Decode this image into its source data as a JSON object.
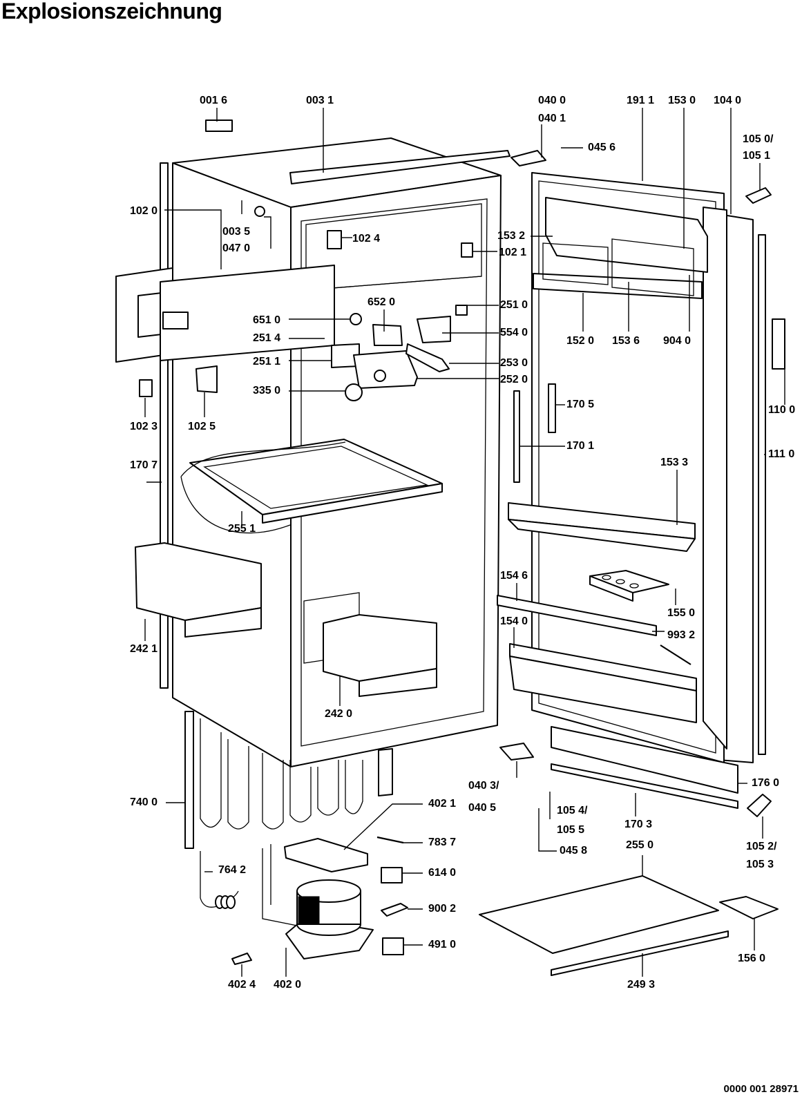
{
  "title": "Explosionszeichnung",
  "footer_code": "0000 001 28971",
  "labels": [
    "001 6",
    "003 1",
    "040 0",
    "040 1",
    "045 6",
    "191 1",
    "153 0",
    "104 0",
    "105 0/",
    "105 1",
    "102 0",
    "003 5",
    "047 0",
    "102 4",
    "153 2",
    "102 1",
    "251 0",
    "652 0",
    "651 0",
    "554 0",
    "251 4",
    "152 0",
    "153 6",
    "904 0",
    "251 1",
    "253 0",
    "252 0",
    "335 0",
    "110 0",
    "170 5",
    "102 3",
    "102 5",
    "170 1",
    "111 0",
    "170 7",
    "153 3",
    "255 1",
    "154 6",
    "155 0",
    "154 0",
    "993 2",
    "242 1",
    "242 0",
    "176 0",
    "040 3/",
    "040 5",
    "105 4/",
    "105 5",
    "170 3",
    "105 2/",
    "105 3",
    "740 0",
    "402 1",
    "783 7",
    "045 8",
    "255 0",
    "764 2",
    "614 0",
    "900 2",
    "491 0",
    "156 0",
    "402 4",
    "402 0",
    "249 3"
  ]
}
